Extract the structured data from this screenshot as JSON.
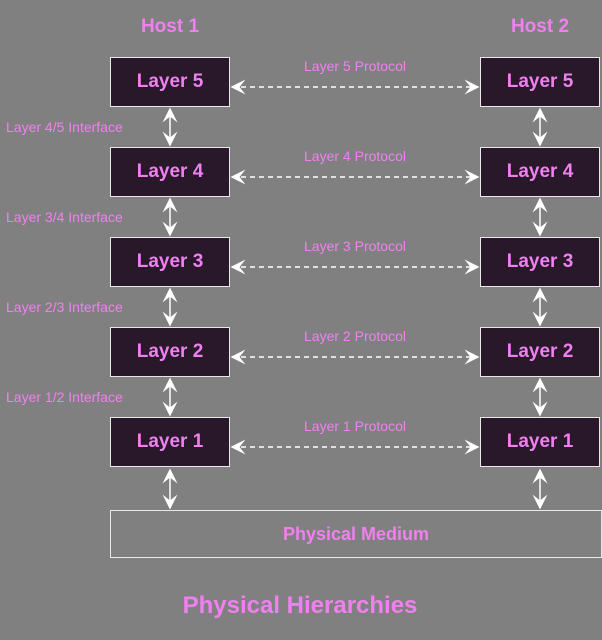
{
  "hosts": [
    "Host 1",
    "Host 2"
  ],
  "layers": [
    "Layer 5",
    "Layer 4",
    "Layer 3",
    "Layer 2",
    "Layer 1"
  ],
  "protocols": [
    "Layer 5 Protocol",
    "Layer 4 Protocol",
    "Layer 3 Protocol",
    "Layer 2 Protocol",
    "Layer 1 Protocol"
  ],
  "interfaces": [
    "Layer 4/5 Interface",
    "Layer 3/4 Interface",
    "Layer 2/3 Interface",
    "Layer 1/2 Interface"
  ],
  "medium": "Physical Medium",
  "title": "Physical Hierarchies",
  "colors": {
    "background": "#808080",
    "box": "#28182a",
    "text": "#f080f0",
    "line": "#ffffff"
  }
}
